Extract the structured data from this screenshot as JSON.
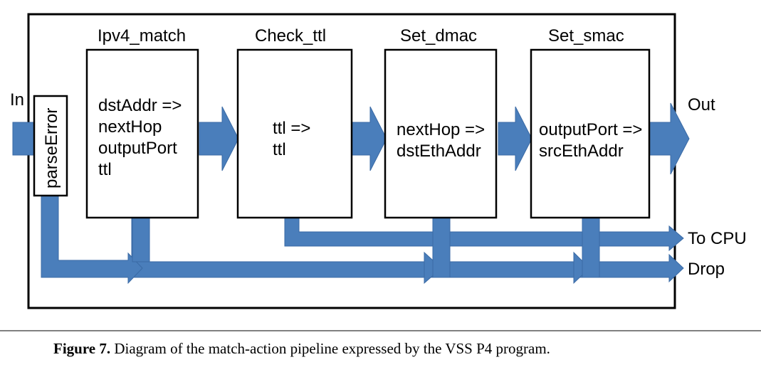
{
  "labels": {
    "in": "In",
    "out": "Out",
    "to_cpu": "To CPU",
    "drop": "Drop",
    "parse_error": "parseError"
  },
  "stages": [
    {
      "title": "Ipv4_match",
      "lines": [
        "dstAddr =>",
        "nextHop",
        "outputPort",
        "ttl"
      ]
    },
    {
      "title": "Check_ttl",
      "lines": [
        "ttl =>",
        "ttl"
      ]
    },
    {
      "title": "Set_dmac",
      "lines": [
        "nextHop =>",
        "dstEthAddr"
      ]
    },
    {
      "title": "Set_smac",
      "lines": [
        "outputPort =>",
        "srcEthAddr"
      ]
    }
  ],
  "caption": {
    "label": "Figure 7.",
    "text": " Diagram of the match-action pipeline expressed by the VSS P4 program."
  },
  "colors": {
    "arrow": "#4a7ebb",
    "border": "#000000"
  }
}
